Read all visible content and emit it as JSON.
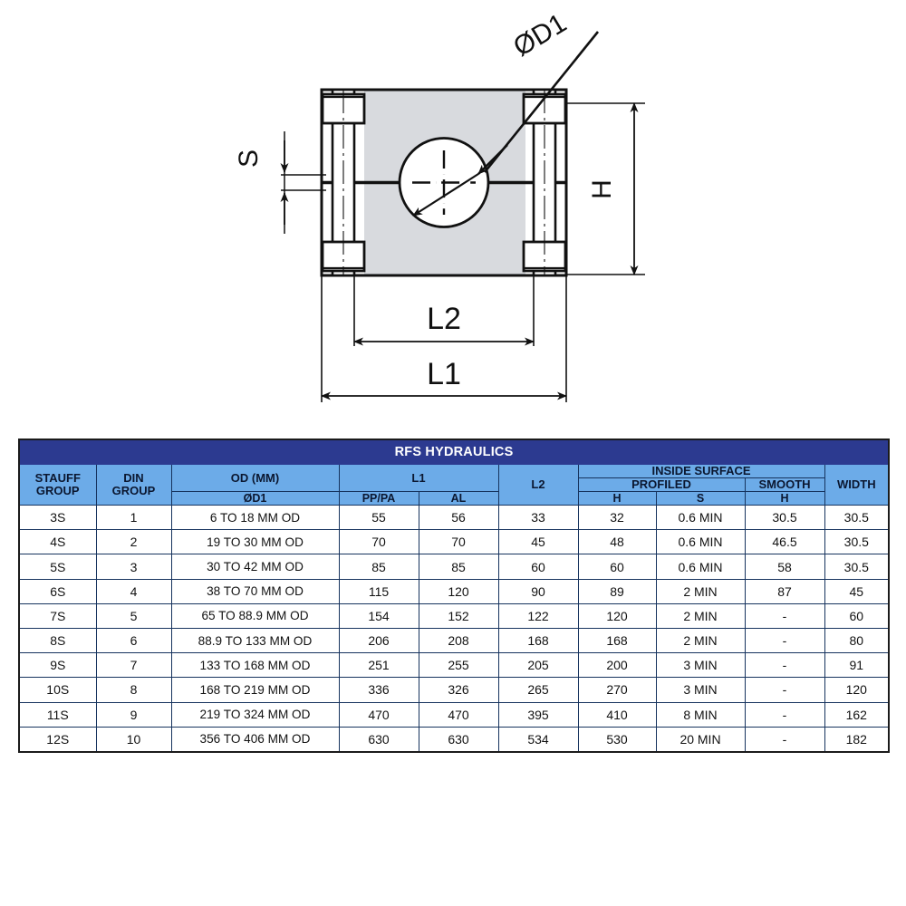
{
  "drawing": {
    "labels": {
      "diameter": "ØD1",
      "thickness": "S",
      "height": "H",
      "length_inner": "L2",
      "length_outer": "L1"
    }
  },
  "table": {
    "title": "RFS HYDRAULICS",
    "headers": {
      "stauff_group": "STAUFF\nGROUP",
      "stauff_group_line1": "STAUFF",
      "stauff_group_line2": "GROUP",
      "din_group_line1": "DIN",
      "din_group_line2": "GROUP",
      "od_mm": "OD (MM)",
      "od_sub": "ØD1",
      "l1": "L1",
      "l1_sub_a": "PP/PA",
      "l1_sub_b": "AL",
      "l2": "L2",
      "inside_surface": "INSIDE SURFACE",
      "profiled": "PROFILED",
      "smooth": "SMOOTH",
      "profiled_h": "H",
      "profiled_s": "S",
      "smooth_h": "H",
      "width": "WIDTH"
    },
    "rows": [
      {
        "stauff": "3S",
        "din": "1",
        "od": "6 TO 18 MM OD",
        "pppa": "55",
        "al": "56",
        "l2": "33",
        "ph": "32",
        "ps": "0.6 MIN",
        "sh": "30.5",
        "width": "30.5"
      },
      {
        "stauff": "4S",
        "din": "2",
        "od": "19 TO 30 MM OD",
        "pppa": "70",
        "al": "70",
        "l2": "45",
        "ph": "48",
        "ps": "0.6 MIN",
        "sh": "46.5",
        "width": "30.5"
      },
      {
        "stauff": "5S",
        "din": "3",
        "od": "30 TO 42 MM OD",
        "pppa": "85",
        "al": "85",
        "l2": "60",
        "ph": "60",
        "ps": "0.6 MIN",
        "sh": "58",
        "width": "30.5"
      },
      {
        "stauff": "6S",
        "din": "4",
        "od": "38 TO 70 MM OD",
        "pppa": "115",
        "al": "120",
        "l2": "90",
        "ph": "89",
        "ps": "2 MIN",
        "sh": "87",
        "width": "45"
      },
      {
        "stauff": "7S",
        "din": "5",
        "od": "65 TO 88.9 MM OD",
        "pppa": "154",
        "al": "152",
        "l2": "122",
        "ph": "120",
        "ps": "2 MIN",
        "sh": "-",
        "width": "60"
      },
      {
        "stauff": "8S",
        "din": "6",
        "od": "88.9 TO 133 MM OD",
        "pppa": "206",
        "al": "208",
        "l2": "168",
        "ph": "168",
        "ps": "2 MIN",
        "sh": "-",
        "width": "80"
      },
      {
        "stauff": "9S",
        "din": "7",
        "od": "133 TO 168 MM OD",
        "pppa": "251",
        "al": "255",
        "l2": "205",
        "ph": "200",
        "ps": "3 MIN",
        "sh": "-",
        "width": "91"
      },
      {
        "stauff": "10S",
        "din": "8",
        "od": "168 TO 219 MM OD",
        "pppa": "336",
        "al": "326",
        "l2": "265",
        "ph": "270",
        "ps": "3 MIN",
        "sh": "-",
        "width": "120"
      },
      {
        "stauff": "11S",
        "din": "9",
        "od": "219 TO 324 MM OD",
        "pppa": "470",
        "al": "470",
        "l2": "395",
        "ph": "410",
        "ps": "8 MIN",
        "sh": "-",
        "width": "162"
      },
      {
        "stauff": "12S",
        "din": "10",
        "od": "356 TO 406 MM OD",
        "pppa": "630",
        "al": "630",
        "l2": "534",
        "ph": "530",
        "ps": "20 MIN",
        "sh": "-",
        "width": "182"
      }
    ]
  },
  "colors": {
    "title_bar": "#2c3a90",
    "header_cell": "#6cabe8",
    "border": "#16335e",
    "body_fill": "#d8dade",
    "line": "#111111"
  }
}
